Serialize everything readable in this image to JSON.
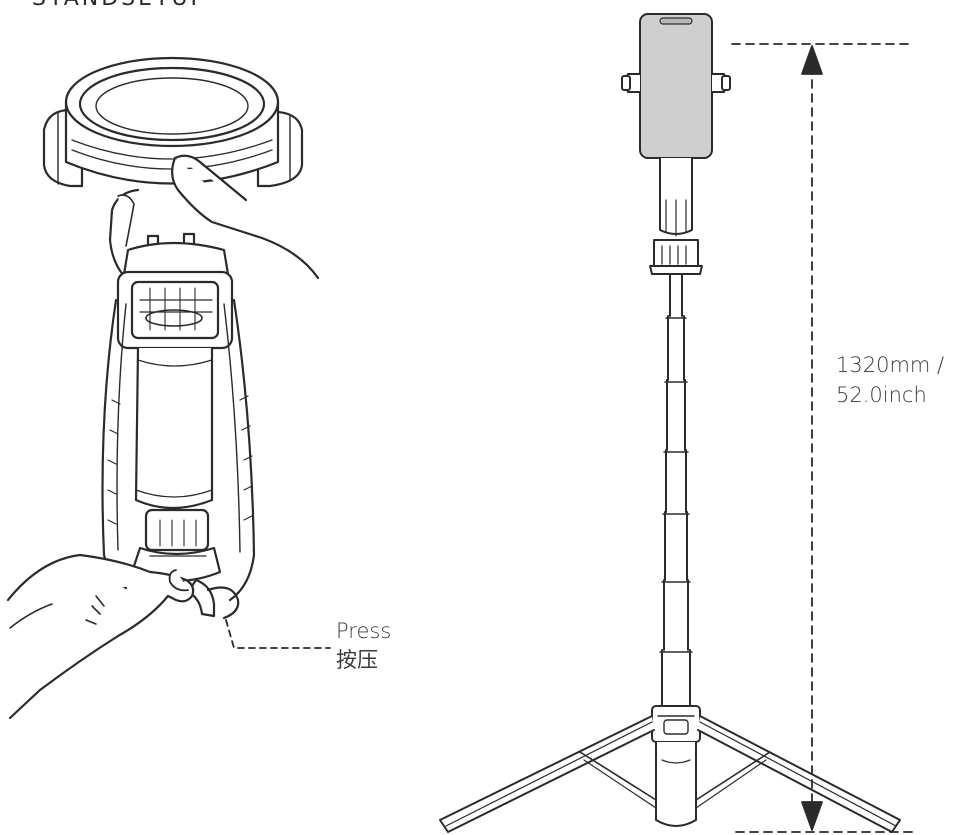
{
  "header": {
    "partial_text": "STANDSETUP"
  },
  "annotations": {
    "press_en": "Press",
    "press_cn": "按压",
    "height_line1": "1320mm /",
    "height_line2": "52.0inch"
  },
  "colors": {
    "line": "#2b2b2b",
    "phone_fill": "#cfcfcf",
    "text": "#3a3a3a"
  },
  "icons": {
    "handheld_view": "selfie-stick-handheld-icon",
    "tripod_view": "tripod-stand-icon"
  }
}
